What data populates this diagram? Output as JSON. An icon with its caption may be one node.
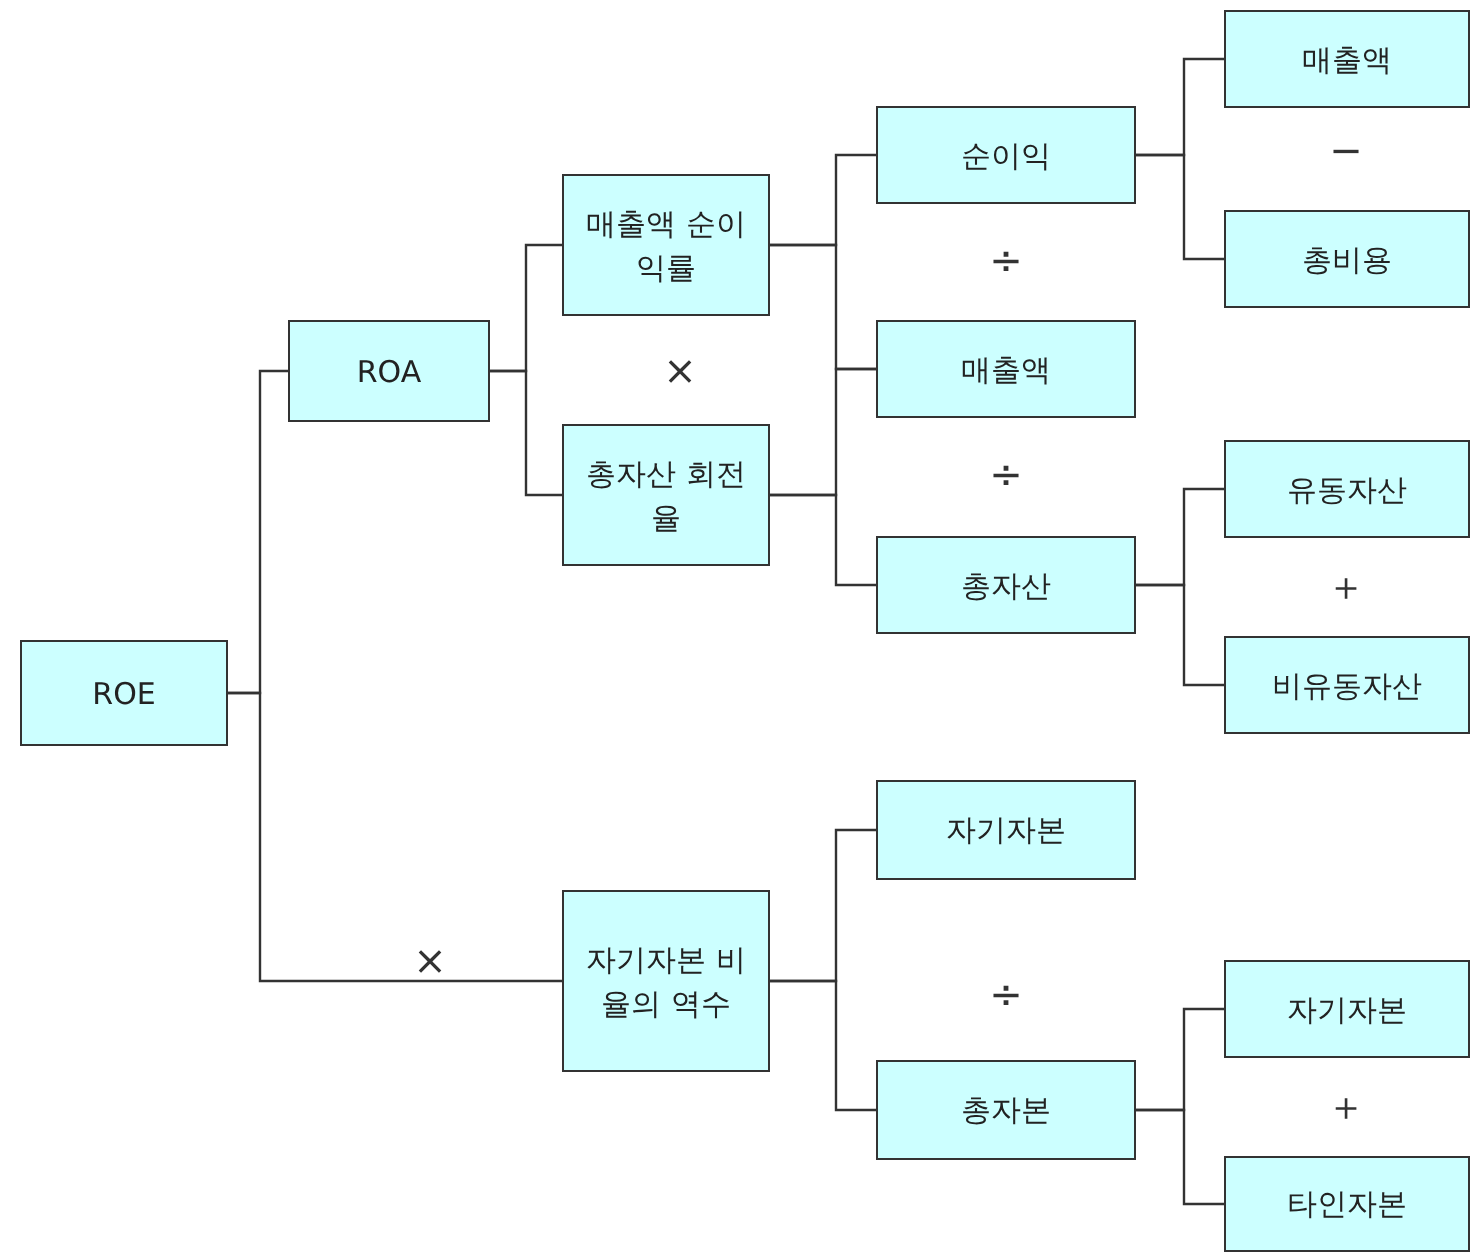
{
  "diagram": {
    "nodes": [
      {
        "text": [
          "ROE"
        ]
      },
      {
        "text": [
          "ROA"
        ]
      },
      {
        "text": [
          "매출액 순이익률"
        ]
      },
      {
        "text": [
          "총자산 회전율"
        ]
      },
      {
        "text": [
          "순이익"
        ]
      },
      {
        "text": [
          "매출액"
        ]
      },
      {
        "text": [
          "총자산"
        ]
      },
      {
        "text": [
          "매출액"
        ]
      },
      {
        "text": [
          "총비용"
        ]
      },
      {
        "text": [
          "유동자산"
        ]
      },
      {
        "text": [
          "비유동자산"
        ]
      },
      {
        "text": [
          "자기자본 비율의 역수"
        ]
      },
      {
        "text": [
          "자기자본"
        ]
      },
      {
        "text": [
          "총자본"
        ]
      },
      {
        "text": [
          "자기자본"
        ]
      },
      {
        "text": [
          "타인자본"
        ]
      }
    ],
    "edges": [
      {
        "from": 0,
        "to": 1,
        "arrow": "none"
      },
      {
        "from": 0,
        "to": 11,
        "arrow": "none",
        "label": "×"
      },
      {
        "from": 1,
        "to": 2,
        "arrow": "none"
      },
      {
        "from": 1,
        "to": 3,
        "arrow": "none"
      },
      {
        "from": 2,
        "to": 4,
        "arrow": "none"
      },
      {
        "from": 2,
        "to": 5,
        "arrow": "none"
      },
      {
        "from": 3,
        "to": 5,
        "arrow": "none"
      },
      {
        "from": 3,
        "to": 6,
        "arrow": "none"
      },
      {
        "from": 4,
        "to": 7,
        "arrow": "none"
      },
      {
        "from": 4,
        "to": 8,
        "arrow": "none"
      },
      {
        "from": 6,
        "to": 9,
        "arrow": "none"
      },
      {
        "from": 6,
        "to": 10,
        "arrow": "none"
      },
      {
        "from": 11,
        "to": 12,
        "arrow": "none"
      },
      {
        "from": 11,
        "to": 13,
        "arrow": "none"
      },
      {
        "from": 13,
        "to": 14,
        "arrow": "none"
      },
      {
        "from": 13,
        "to": 15,
        "arrow": "none"
      }
    ],
    "labels": [
      "−",
      "÷",
      "×",
      "÷",
      "＋",
      "÷",
      "＋"
    ]
  }
}
